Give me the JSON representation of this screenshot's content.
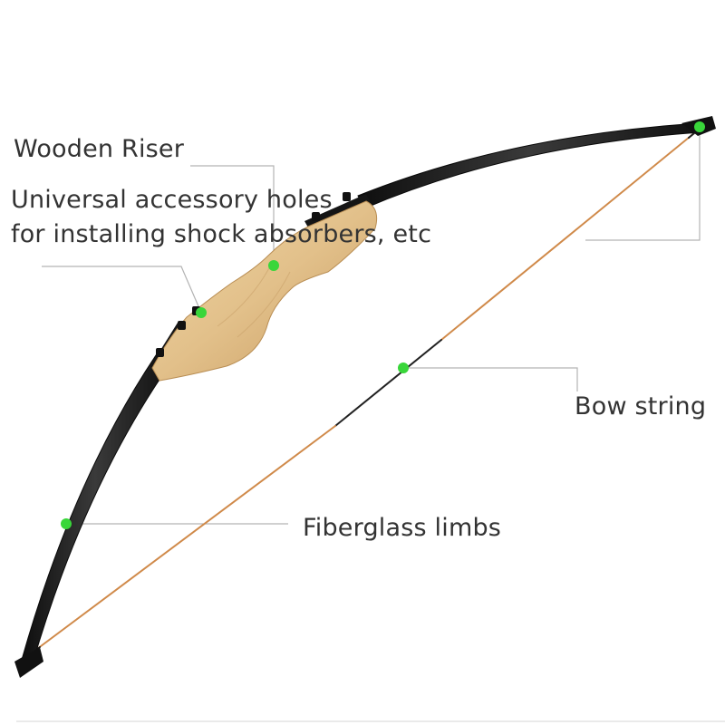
{
  "labels": {
    "wooden_riser": "Wooden Riser",
    "accessory_holes_line1": "Universal accessory holes",
    "accessory_holes_line2": "for installing shock absorbers, etc",
    "bow_string": "Bow string",
    "fiberglass_limbs": "Fiberglass limbs"
  },
  "colors": {
    "limb": "#1c1c1c",
    "riser": "#e2c08a",
    "riser_shadow": "#b98e54",
    "string_orange": "#d08a4a",
    "string_black": "#222222",
    "marker": "#39d63a",
    "leader_line": "#b3b3b3",
    "label_text": "#333333"
  }
}
